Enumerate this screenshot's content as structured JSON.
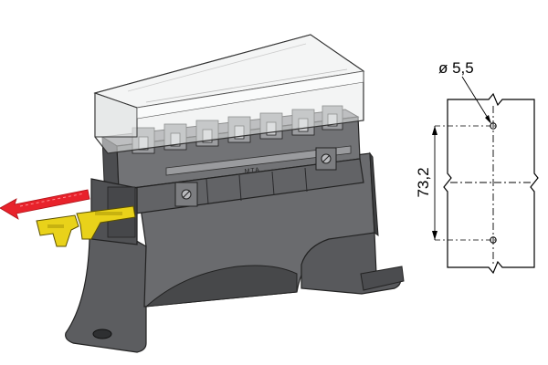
{
  "product_drawing": {
    "brand_mark": "MTA",
    "colors": {
      "body": "#5f6062",
      "body_dark": "#3d3e40",
      "body_light": "#808184",
      "cover": "#eef0f0",
      "terminal": "#e9d21a",
      "arrow": "#e8222b"
    }
  },
  "mounting_drawing": {
    "hole_diameter_label": "ø 5,5",
    "hole_spacing_label": "73,2"
  }
}
